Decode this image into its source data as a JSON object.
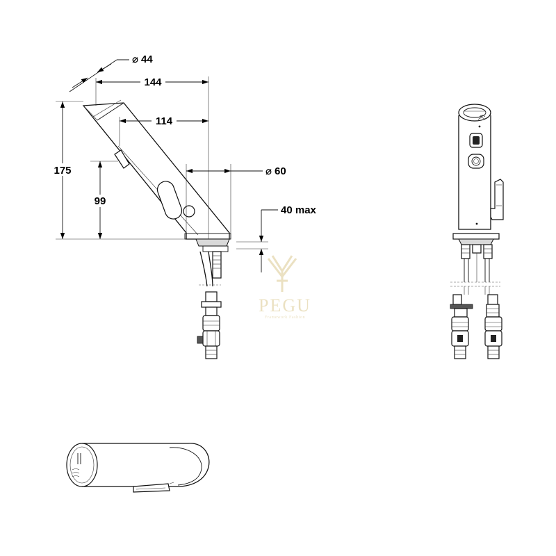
{
  "dimensions": {
    "d44": "44",
    "d144": "144",
    "d114": "114",
    "d175": "175",
    "d99": "99",
    "d60": "60",
    "d40max": "40 max",
    "diameter_symbol": "⌀"
  },
  "watermark": {
    "brand": "PEGU",
    "tagline": "Framework Fashion",
    "color": "#e8dcb8"
  },
  "colors": {
    "line": "#111111",
    "background": "#ffffff"
  }
}
